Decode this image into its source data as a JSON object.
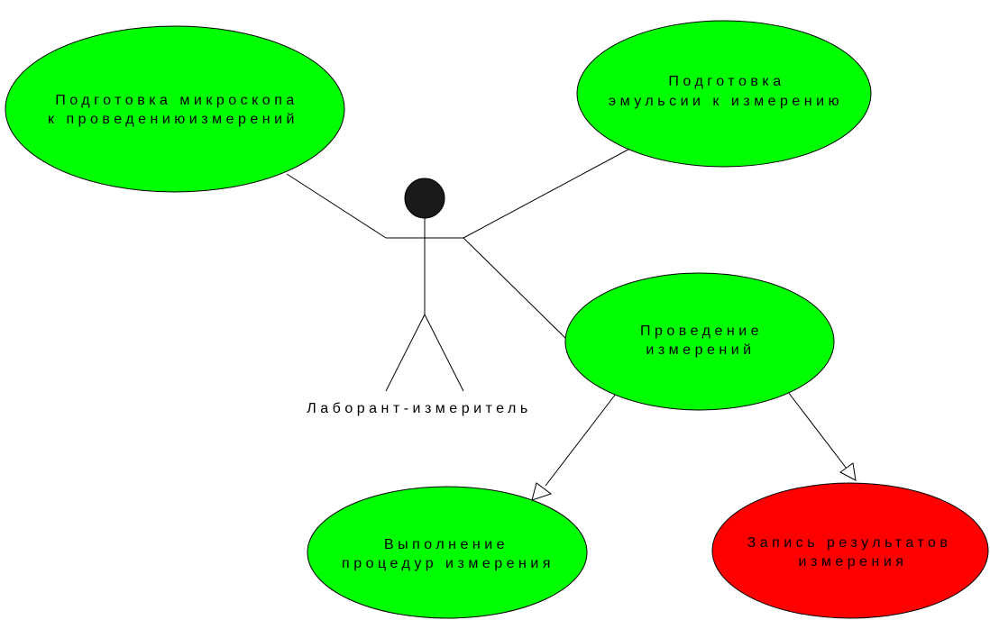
{
  "colors": {
    "use_case_default": "#00ff00",
    "use_case_highlight": "#ff0000",
    "outline": "#000000",
    "actor_head": "#1a1a1a",
    "background": "#ffffff"
  },
  "actor": {
    "label": "Лаборант-измеритель"
  },
  "use_cases": {
    "prepare_microscope": {
      "line1": "Подготовка микроскопа",
      "line2": "к проведениюизмерений",
      "fill": "#00ff00"
    },
    "prepare_emulsion": {
      "line1": "Подготовка",
      "line2": "эмульсии к измерению",
      "fill": "#00ff00"
    },
    "perform_measurements": {
      "line1": "Проведение",
      "line2": "измерений",
      "fill": "#00ff00"
    },
    "execute_procedures": {
      "line1": "Выполнение",
      "line2": "процедур измерения",
      "fill": "#00ff00"
    },
    "record_results": {
      "line1": "Запись результатов",
      "line2": "измерения",
      "fill": "#ff0000"
    }
  },
  "relations": [
    {
      "from": "actor",
      "to": "prepare_microscope",
      "kind": "association"
    },
    {
      "from": "actor",
      "to": "prepare_emulsion",
      "kind": "association"
    },
    {
      "from": "actor",
      "to": "perform_measurements",
      "kind": "association"
    },
    {
      "from": "perform_measurements",
      "to": "execute_procedures",
      "kind": "generalization"
    },
    {
      "from": "perform_measurements",
      "to": "record_results",
      "kind": "generalization"
    }
  ]
}
